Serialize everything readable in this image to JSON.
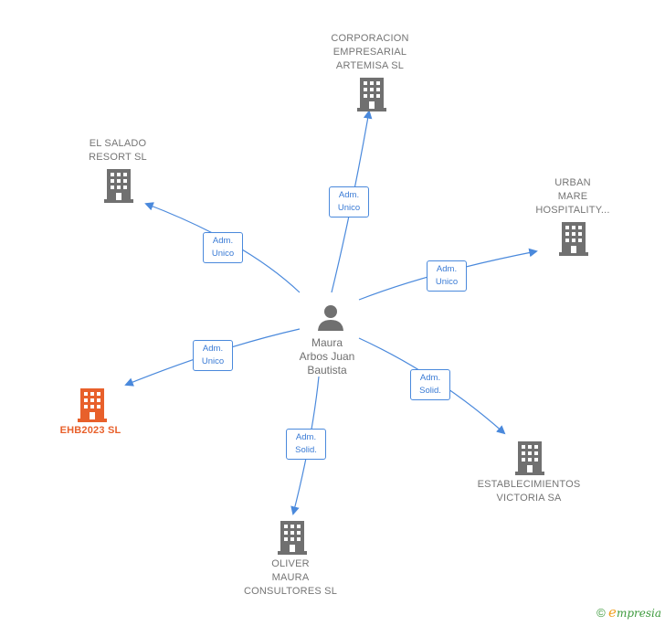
{
  "center": {
    "name": "Maura\nArbos Juan\nBautista"
  },
  "companies": [
    {
      "id": "corporacion",
      "name": "CORPORACION\nEMPRESARIAL\nARTEMISA  SL",
      "role": "Adm.\nUnico",
      "highlight": false
    },
    {
      "id": "el-salado",
      "name": "EL SALADO\nRESORT  SL",
      "role": "Adm.\nUnico",
      "highlight": false
    },
    {
      "id": "urban-mare",
      "name": "URBAN\nMARE\nHOSPITALITY...",
      "role": "Adm.\nUnico",
      "highlight": false
    },
    {
      "id": "ehb2023",
      "name": "EHB2023  SL",
      "role": "Adm.\nUnico",
      "highlight": true
    },
    {
      "id": "establecimientos",
      "name": "ESTABLECIMIENTOS\nVICTORIA SA",
      "role": "Adm.\nSolid.",
      "highlight": false
    },
    {
      "id": "oliver-maura",
      "name": "OLIVER\nMAURA\nCONSULTORES SL",
      "role": "Adm.\nSolid.",
      "highlight": false
    }
  ],
  "colors": {
    "edge": "#4a89dc",
    "building": "#707070",
    "highlight": "#e8602b",
    "person": "#707070"
  },
  "brand": {
    "copyright": "©",
    "initial": "e",
    "rest": "mpresia"
  }
}
